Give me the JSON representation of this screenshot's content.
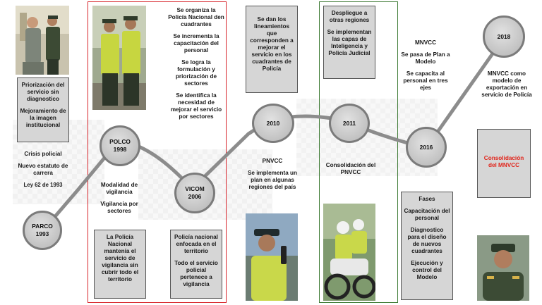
{
  "milestones": [
    {
      "label": "PARCO\n1993"
    },
    {
      "label": "POLCO\n1998"
    },
    {
      "label": "VICOM\n2006"
    },
    {
      "label": "2010"
    },
    {
      "label": "2011"
    },
    {
      "label": "2016"
    },
    {
      "label": "2018"
    }
  ],
  "col1": {
    "box": [
      "Priorización del servicio sin diagnostico",
      "Mejoramiento de la imagen institucional"
    ],
    "items": [
      "Crisis policial",
      "Nuevo estatuto de carrera",
      "Ley 62 de 1993"
    ]
  },
  "red_frame": {
    "top_items": [
      "Se organiza la Policía Nacional den cuadrantes",
      "Se incrementa la capacitación del personal",
      "Se logra la formulación y priorización de sectores",
      "Se identifica la necesidad de mejorar el servicio por sectores"
    ],
    "polco_items": [
      "Modalidad de vigilancia",
      "Vigilancia por sectores"
    ],
    "polco_box": "La Policía Nacional mantenía el servicio de vigilancia sin cubrir todo el territorio",
    "vicom_box": [
      "Policía nacional enfocada en el territorio",
      "Todo el servicio policial pertenece a vigilancia"
    ]
  },
  "col2010": {
    "box": "Se dan los lineamientos que corresponden a mejorar el servicio en los cuadrantes de Policía",
    "items": [
      "PNVCC",
      "Se implementa un plan en algunas regiones del país"
    ]
  },
  "green_frame": {
    "box": [
      "Despliegue a otras regiones",
      "Se implementan las capas de Inteligencia y Policía Judicial"
    ],
    "item": "Consolidación del PNVCC"
  },
  "col2016": {
    "items": [
      "MNVCC",
      "Se pasa de Plan a Modelo",
      "Se capacita al personal en tres ejes"
    ],
    "box": [
      "Fases",
      "Capacitación del personal",
      "Diagnostico para el diseño de nuevos cuadrantes",
      "Ejecución y control del Modelo"
    ]
  },
  "col2018": {
    "item": "MNVCC como modelo de exportación en servicio de Policía",
    "box": "Consolidación del MNVCC"
  },
  "colors": {
    "red_frame": "#d8262c",
    "green_frame": "#3d7a33",
    "accent_text": "#e1251b",
    "line": "#8c8c8c"
  }
}
